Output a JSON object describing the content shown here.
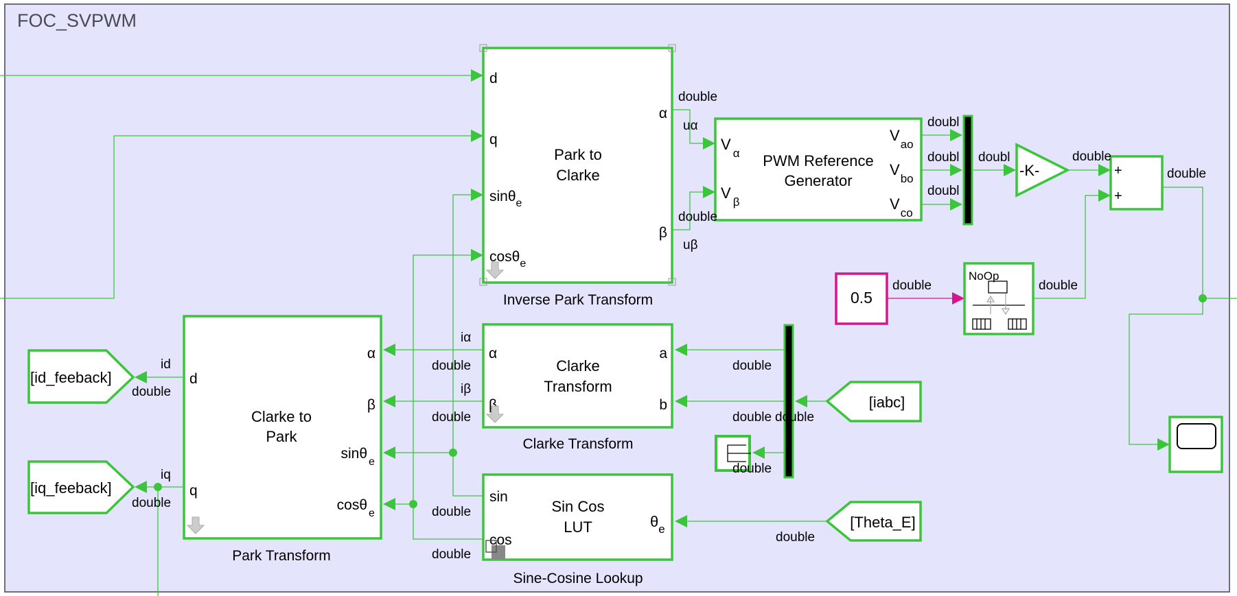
{
  "subsystem": {
    "title": "FOC_SVPWM"
  },
  "colors": {
    "wire": "#3dc43d",
    "block_border": "#3dc43d",
    "const_border": "#d6148c",
    "canvas": "#e4e4fc"
  },
  "blocks": {
    "inverse_park": {
      "title_line1": "Park to",
      "title_line2": "Clarke",
      "caption": "Inverse Park Transform",
      "in_ports": [
        "d",
        "q",
        "sinθ",
        "cosθ"
      ],
      "in_sub": "e",
      "out_ports": [
        "α",
        "β"
      ]
    },
    "pwm_ref": {
      "title_line1": "PWM Reference",
      "title_line2": "Generator",
      "in_ports": [
        {
          "main": "V",
          "sub": "α"
        },
        {
          "main": "V",
          "sub": "β"
        }
      ],
      "out_ports": [
        {
          "main": "V",
          "sub": "ao"
        },
        {
          "main": "V",
          "sub": "bo"
        },
        {
          "main": "V",
          "sub": "co"
        }
      ]
    },
    "gain": {
      "label": "-K-"
    },
    "sum": {
      "signs": [
        "+",
        "+"
      ]
    },
    "constant": {
      "value": "0.5"
    },
    "noop": {
      "label": "NoOp"
    },
    "clarke": {
      "title_line1": "Clarke",
      "title_line2": "Transform",
      "caption": "Clarke Transform",
      "in_ports": [
        "a",
        "b"
      ],
      "out_ports": [
        "α",
        "β"
      ]
    },
    "park": {
      "title_line1": "Clarke to",
      "title_line2": "Park",
      "caption": "Park Transform",
      "in_ports": [
        "α",
        "β",
        "sinθ",
        "cosθ"
      ],
      "in_sub": "e",
      "out_ports": [
        "d",
        "q"
      ]
    },
    "sincos": {
      "title_line1": "Sin Cos",
      "title_line2": "LUT",
      "caption": "Sine-Cosine Lookup",
      "in_port": "θ",
      "in_sub": "e",
      "out_ports": [
        "sin",
        "cos"
      ]
    },
    "goto_id": {
      "label": "[id_feeback]"
    },
    "goto_iq": {
      "label": "[iq_feeback]"
    },
    "from_iabc": {
      "label": "[iabc]"
    },
    "from_theta": {
      "label": "[Theta_E]"
    }
  },
  "signals": {
    "dtype": "double",
    "dtype_trunc": "doubl",
    "u_alpha": "uα",
    "u_beta": "uβ",
    "i_alpha": "iα",
    "i_beta": "iβ",
    "id": "id",
    "iq": "iq"
  }
}
